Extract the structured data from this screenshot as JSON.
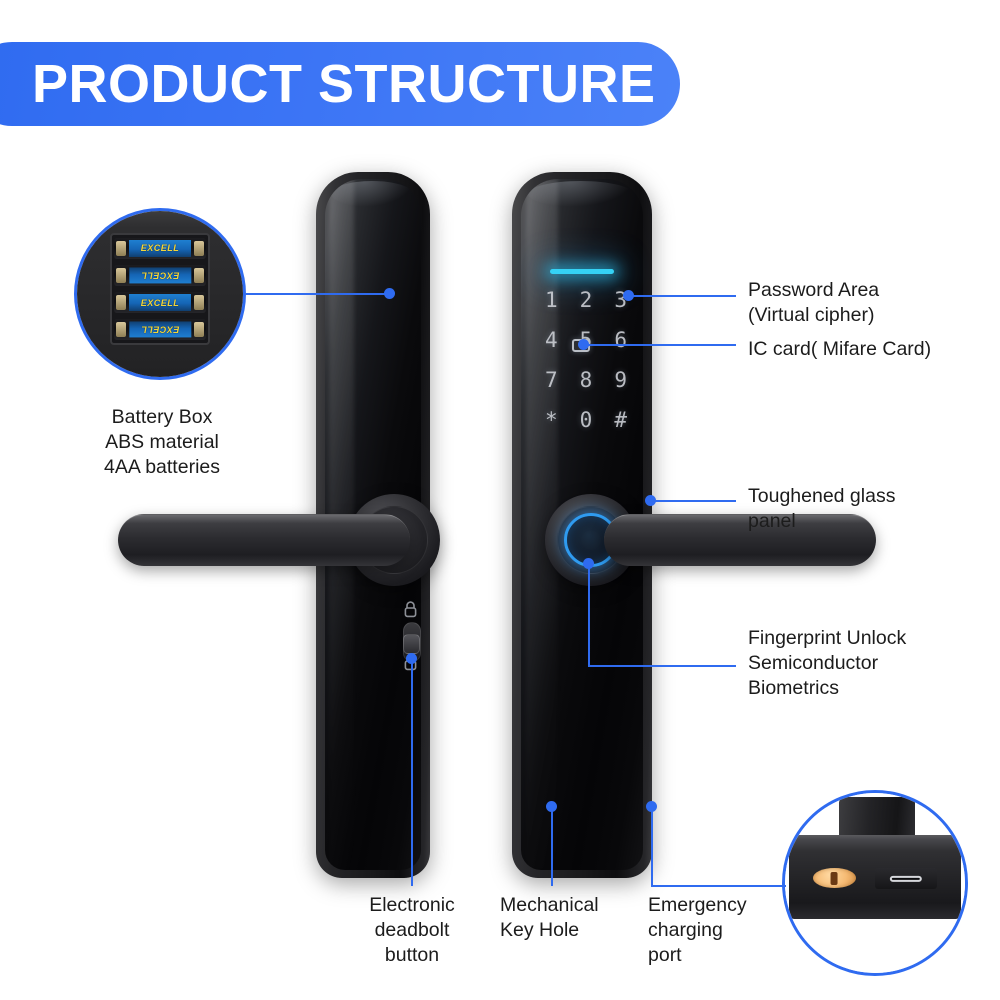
{
  "header": {
    "title": "PRODUCT STRUCTURE",
    "accent_color": "#2f6bf0"
  },
  "product": {
    "type": "smart-door-lock",
    "panel_color": "#0a0a0c",
    "keypad": {
      "indicator_bar_color": "#35d2f5",
      "keys": [
        "1",
        "2",
        "3",
        "4",
        "5",
        "6",
        "7",
        "8",
        "9",
        "*",
        "0",
        "#"
      ],
      "ic_card_icon": "ic-card-icon"
    },
    "fingerprint": {
      "ring_color": "#2f9bf0"
    },
    "deadbolt": {
      "locked_icon": "closed-padlock-icon",
      "unlocked_icon": "open-padlock-icon"
    }
  },
  "insets": {
    "battery": {
      "brand": "EXCELL",
      "battery_count": 4,
      "caption": "Battery Box\nABS material\n4AA batteries"
    },
    "keyport": {
      "keyhole_color": "#f6bb74",
      "port_type": "USB-C"
    }
  },
  "callouts": [
    {
      "id": "battery-box",
      "text": "Battery Box\nABS material\n4AA batteries"
    },
    {
      "id": "password-area",
      "text": "Password Area\n(Virtual cipher)"
    },
    {
      "id": "ic-card",
      "text": "IC card( Mifare Card)"
    },
    {
      "id": "toughened-glass",
      "text": "Toughened glass\npanel"
    },
    {
      "id": "fingerprint-unlock",
      "text": "Fingerprint Unlock\nSemiconductor\nBiometrics"
    },
    {
      "id": "electronic-deadbolt",
      "text": "Electronic\ndeadbolt\nbutton"
    },
    {
      "id": "mechanical-key-hole",
      "text": "Mechanical\nKey Hole"
    },
    {
      "id": "emergency-charging",
      "text": "Emergency\ncharging\nport"
    }
  ]
}
